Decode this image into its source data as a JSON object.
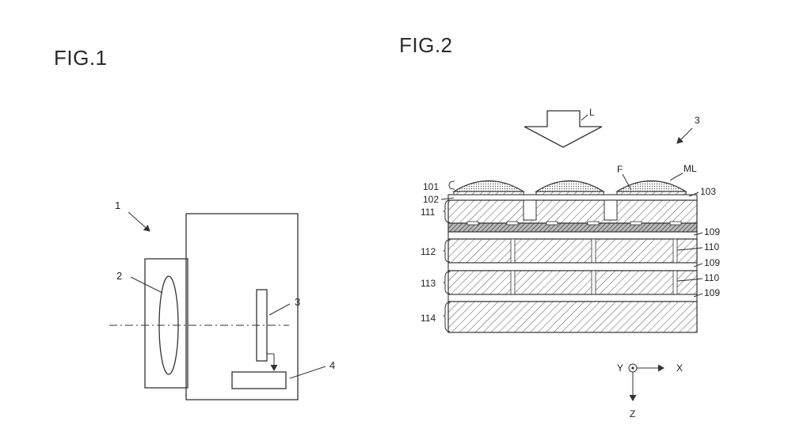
{
  "fig1": {
    "title": "FIG.1",
    "labels": {
      "camera": "1",
      "lens": "2",
      "sensor": "3",
      "processor": "4"
    }
  },
  "fig2": {
    "title": "FIG.2",
    "labels": {
      "light": "L",
      "device": "3",
      "filter": "F",
      "microlens": "ML",
      "l101": "101",
      "l102": "102",
      "l103": "103",
      "l111": "111",
      "l112": "112",
      "l113": "113",
      "l114": "114",
      "l109a": "109",
      "l110a": "110",
      "l109b": "109",
      "l110b": "110",
      "l109c": "109"
    },
    "axes": {
      "x": "X",
      "y": "Y",
      "z": "Z"
    }
  },
  "colors": {
    "line": "#333333",
    "background": "#ffffff"
  }
}
